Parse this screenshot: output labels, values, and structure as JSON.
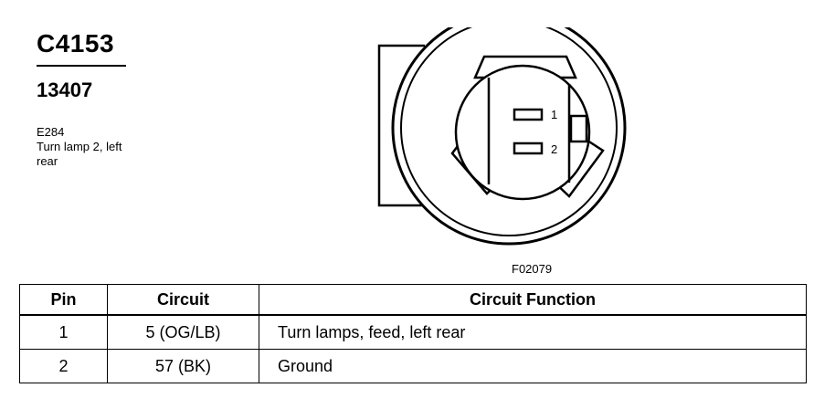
{
  "connector": {
    "id": "C4153",
    "part_number": "13407",
    "location_code": "E284",
    "description_lines": [
      "Turn lamp 2, left",
      "rear"
    ]
  },
  "diagram": {
    "pin_labels": [
      "1",
      "2"
    ],
    "figure_code": "F02079"
  },
  "table": {
    "headers": [
      "Pin",
      "Circuit",
      "Circuit Function"
    ],
    "rows": [
      {
        "pin": "1",
        "circuit": "5 (OG/LB)",
        "function": "Turn lamps, feed, left rear"
      },
      {
        "pin": "2",
        "circuit": "57 (BK)",
        "function": "Ground"
      }
    ]
  }
}
